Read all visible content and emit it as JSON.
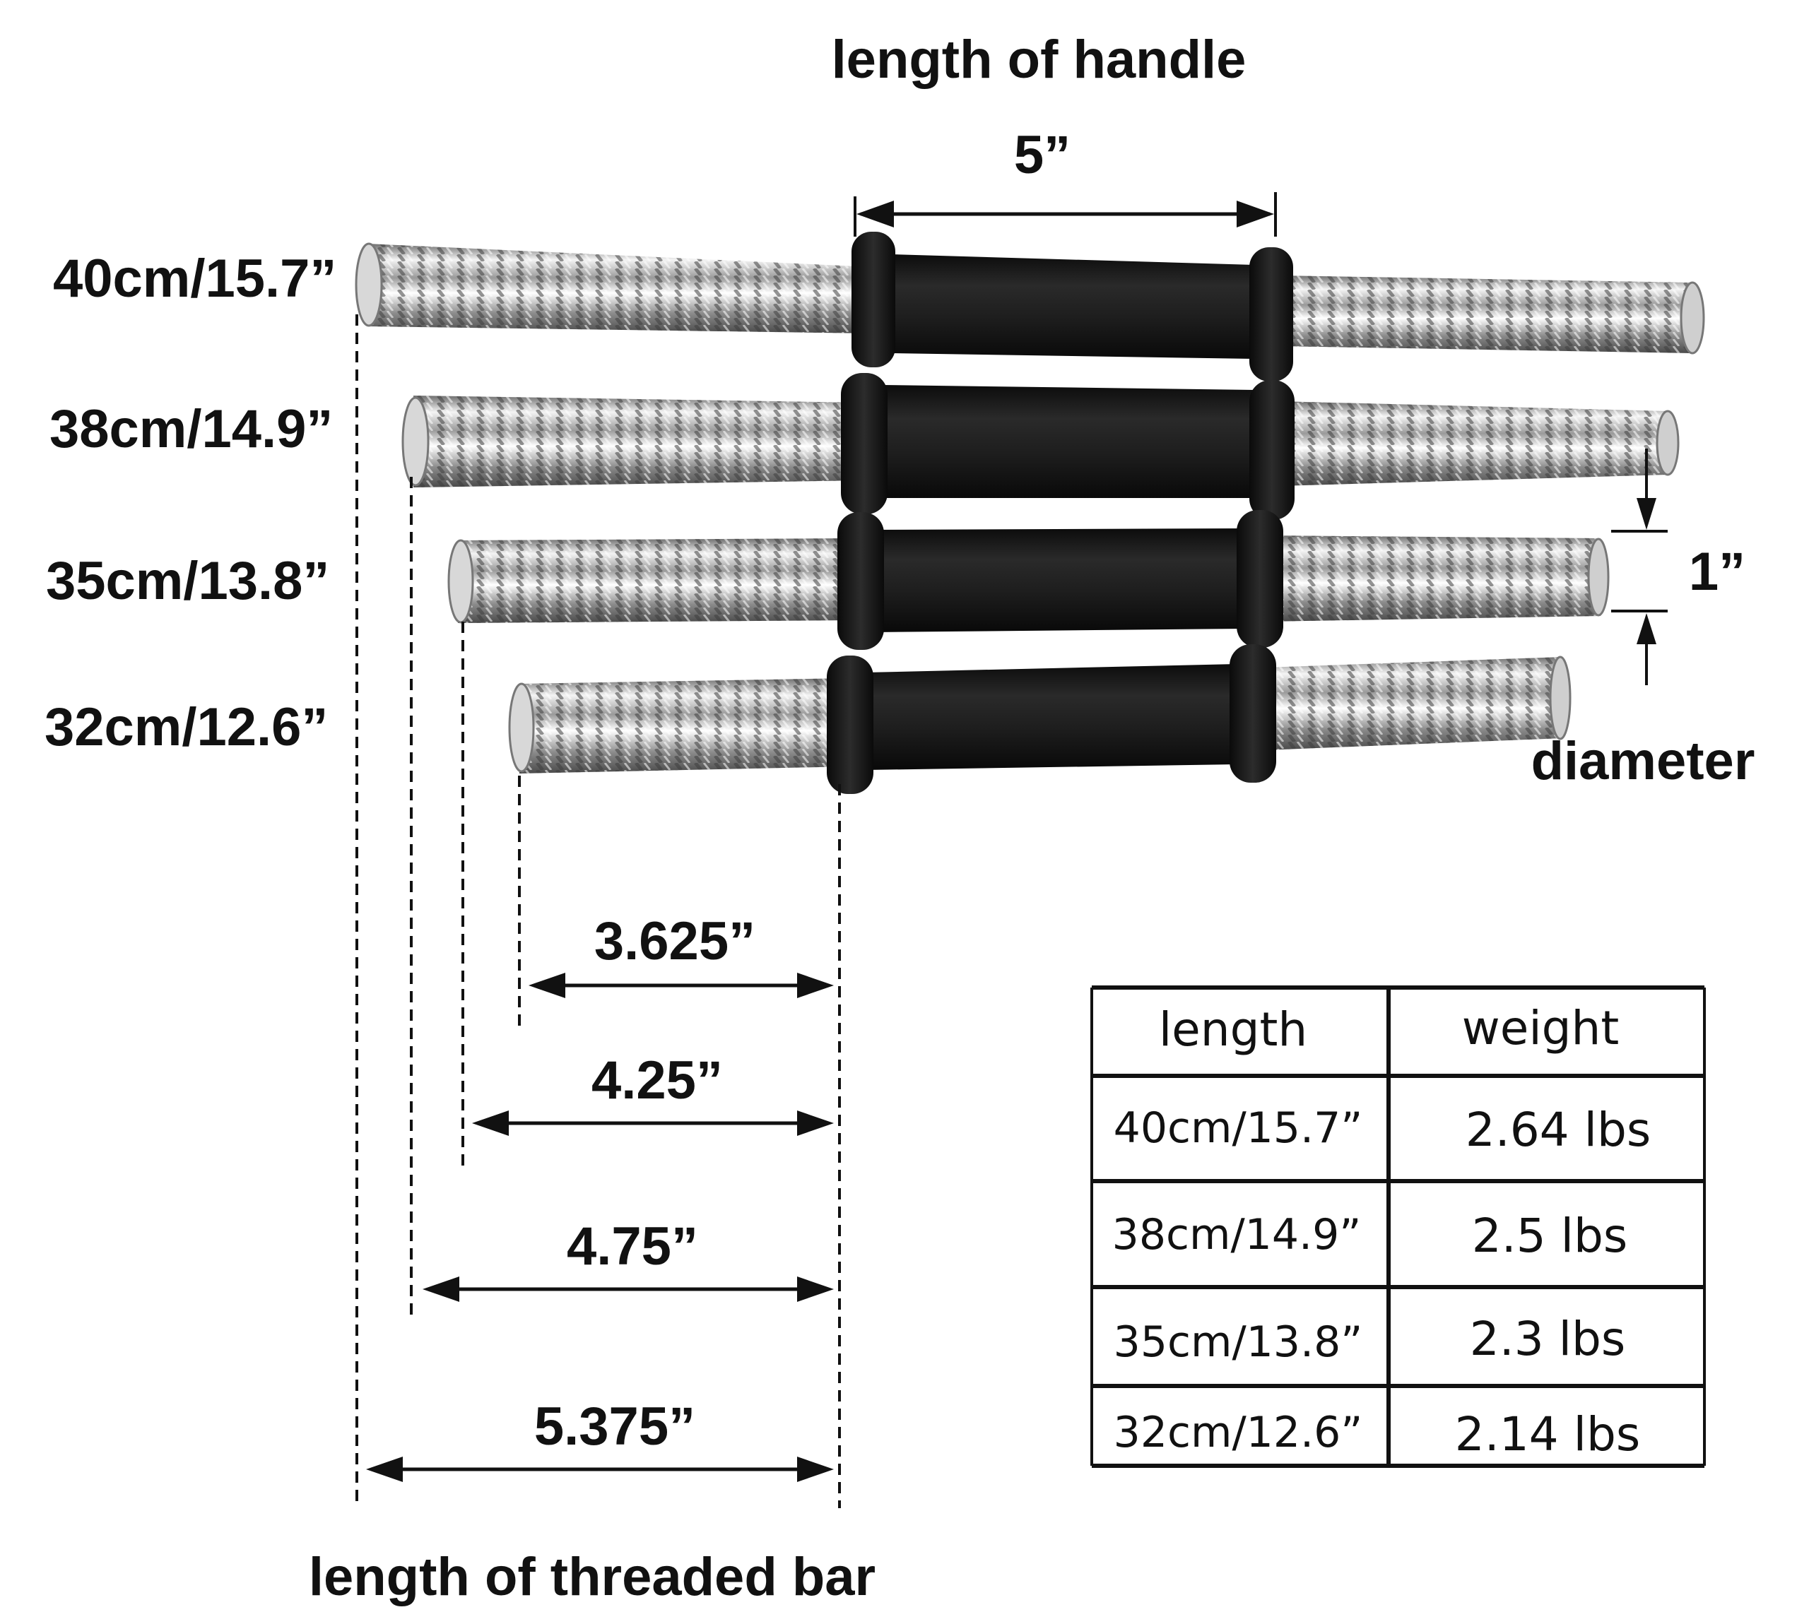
{
  "header_label": "length of handle",
  "handle_length": "5”",
  "bars": [
    {
      "label": "40cm/15.7”",
      "thread_length": "5.375”"
    },
    {
      "label": "38cm/14.9”",
      "thread_length": "4.75”"
    },
    {
      "label": "35cm/13.8”",
      "thread_length": "4.25”"
    },
    {
      "label": "32cm/12.6”",
      "thread_length": "3.625”"
    }
  ],
  "diameter_value": "1”",
  "diameter_label": "diameter",
  "footer_label": "length of threaded bar",
  "table": {
    "headers": [
      "length",
      "weight"
    ],
    "rows": [
      [
        "40cm/15.7”",
        "2.64 lbs"
      ],
      [
        "38cm/14.9”",
        "2.5 lbs"
      ],
      [
        "35cm/13.8”",
        "2.3 lbs"
      ],
      [
        "32cm/12.6”",
        "2.14 lbs"
      ]
    ]
  },
  "colors": {
    "background": "#ffffff",
    "text": "#111111",
    "handle": "#1b1b1b",
    "chrome": "#c9c9c9"
  }
}
